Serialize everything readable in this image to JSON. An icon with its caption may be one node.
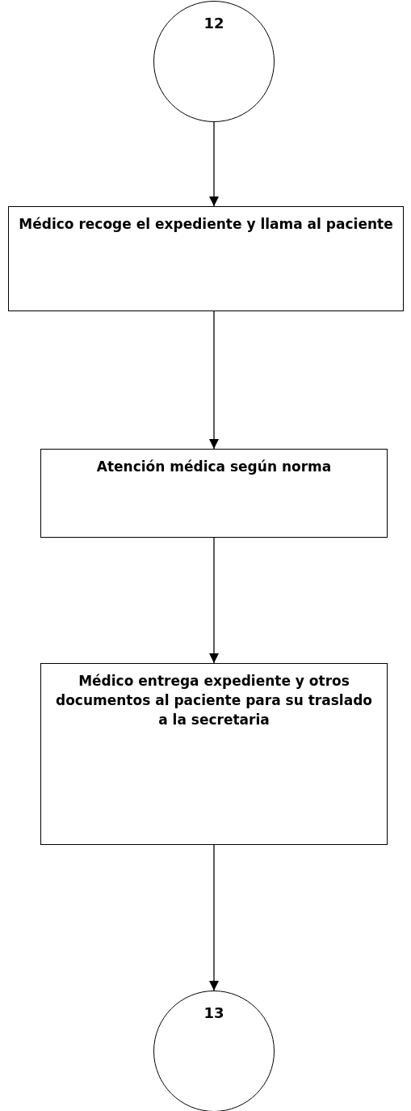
{
  "diagram": {
    "nodes": [
      {
        "text": [
          "12"
        ]
      },
      {
        "text": [
          "Médico recoge el expediente y llama al paciente"
        ]
      },
      {
        "text": [
          "Atención médica según norma"
        ]
      },
      {
        "text": [
          "Médico entrega expediente y otros documentos al paciente para su traslado a la secretaria"
        ]
      },
      {
        "text": [
          "13"
        ]
      }
    ],
    "edges": [
      {
        "from": 0,
        "to": 1,
        "arrow": "to"
      },
      {
        "from": 1,
        "to": 2,
        "arrow": "to"
      },
      {
        "from": 2,
        "to": 3,
        "arrow": "to"
      },
      {
        "from": 3,
        "to": 4,
        "arrow": "to"
      }
    ]
  }
}
